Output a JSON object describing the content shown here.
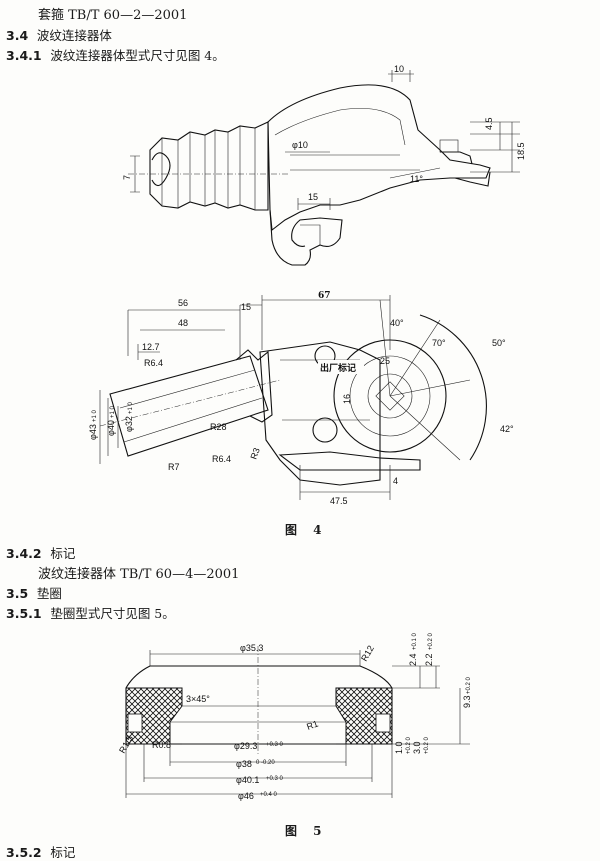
{
  "header": {
    "running_title": "套箍 TB/T 60—2—2001"
  },
  "sections": {
    "s3_4": {
      "num": "3.4",
      "title": "波纹连接器体"
    },
    "s3_4_1": {
      "num": "3.4.1",
      "text": "波纹连接器体型式尺寸见图 4。"
    },
    "s3_4_2": {
      "num": "3.4.2",
      "title": "标记",
      "body": "波纹连接器体 TB/T 60—4—2001"
    },
    "s3_5": {
      "num": "3.5",
      "title": "垫圈"
    },
    "s3_5_1": {
      "num": "3.5.1",
      "text": "垫圈型式尺寸见图 5。"
    },
    "s3_5_2": {
      "num": "3.5.2",
      "title": "标记"
    }
  },
  "figure4": {
    "caption": "图 4",
    "top_dims": [
      "10",
      "4.5",
      "18.5",
      "7",
      "φ10",
      "15",
      "11°"
    ],
    "bottom_dims": [
      "56",
      "48",
      "15",
      "67",
      "12.7",
      "R6.4",
      "φ43",
      "φ40",
      "φ32",
      "R28",
      "R7",
      "R6.4",
      "R3",
      "40°",
      "25",
      "70°",
      "50°",
      "16",
      "42°",
      "4",
      "47.5"
    ],
    "tolerances": {
      "phi43": "+1 0",
      "phi40": "+1 0",
      "phi32": "+1 0"
    },
    "mark_label": "出厂标记"
  },
  "figure5": {
    "caption": "图 5",
    "dims": [
      "φ35.3",
      "R12",
      "2.4",
      "2.2",
      "3×45°",
      "9.3",
      "R1",
      "R1.5",
      "R0.8",
      "1.0",
      "3.0",
      "φ29.3",
      "φ38",
      "φ40.1",
      "φ46"
    ],
    "tolerances": {
      "t24": "+0.1 0",
      "t22": "+0.2 0",
      "t93": "+0.2 0",
      "t10": "+0.2 0",
      "t30": "+0.2 0",
      "t293": "+0.3 0",
      "t38": "0 -0.20",
      "t401": "+0.3 0",
      "t46": "+0.4 0"
    }
  }
}
